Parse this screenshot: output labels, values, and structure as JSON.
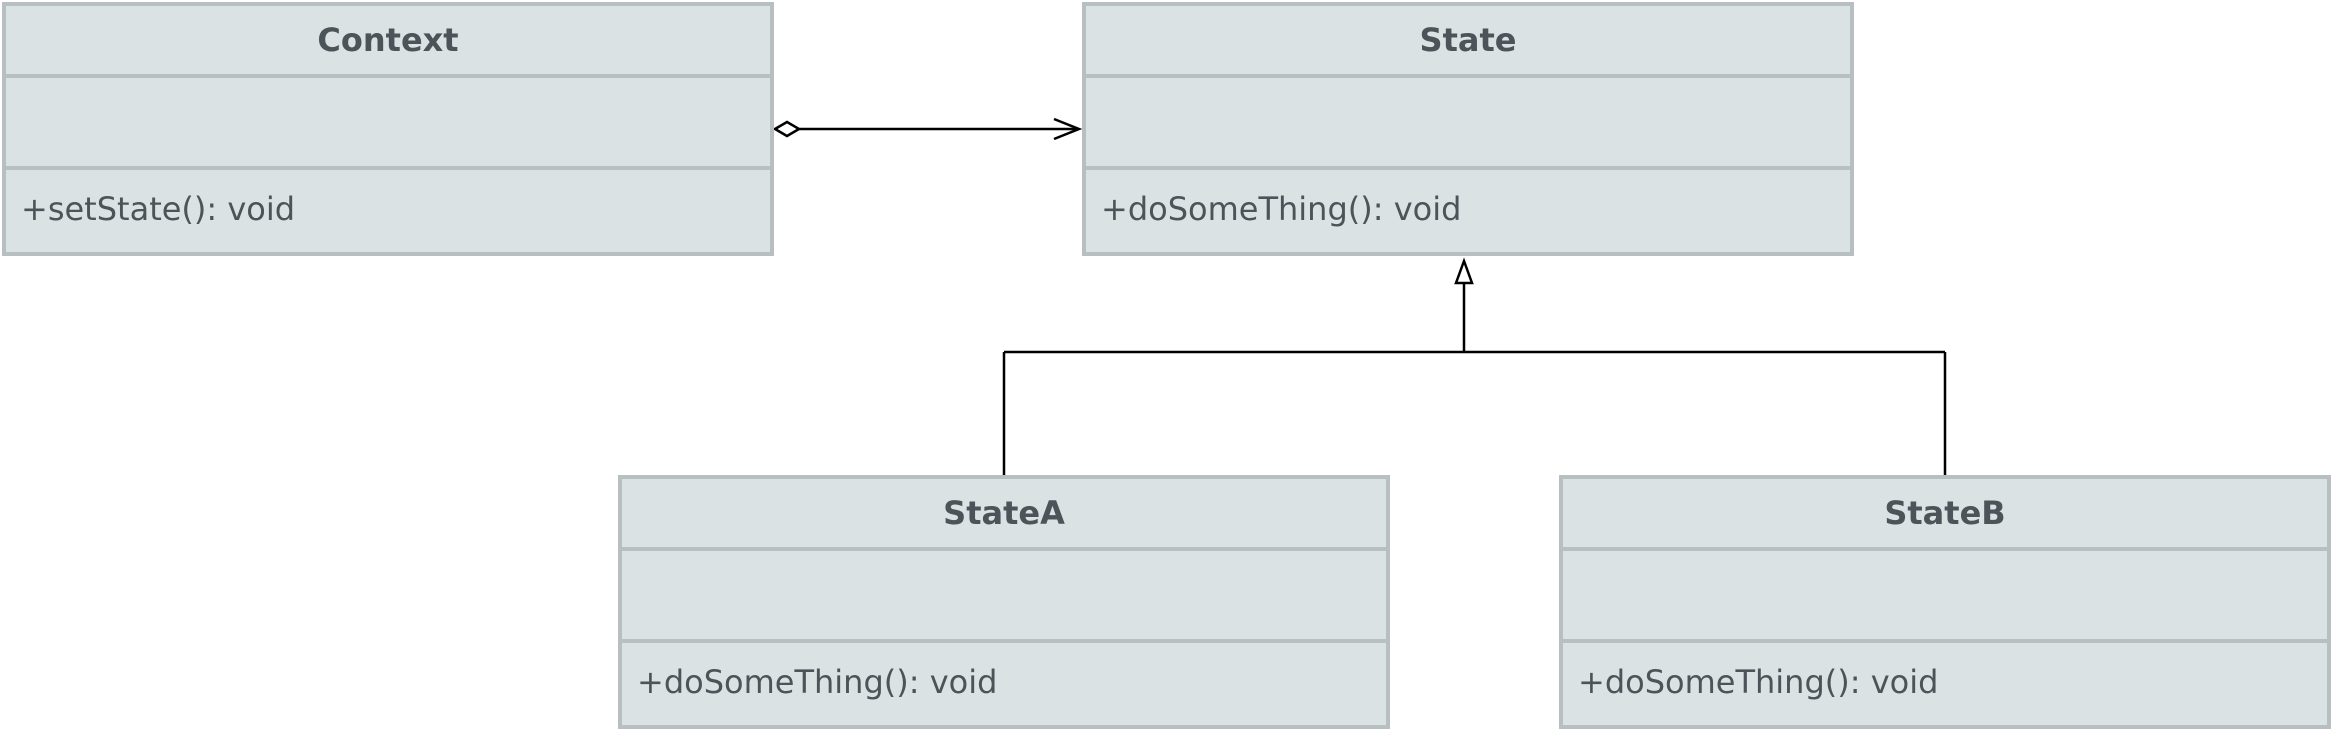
{
  "classes": {
    "context": {
      "name": "Context",
      "operation": "+setState(): void"
    },
    "state": {
      "name": "State",
      "operation": "+doSomeThing(): void"
    },
    "statea": {
      "name": "StateA",
      "operation": "+doSomeThing(): void"
    },
    "stateb": {
      "name": "StateB",
      "operation": "+doSomeThing(): void"
    }
  },
  "relationships": [
    {
      "type": "aggregation",
      "from": "Context",
      "to": "State"
    },
    {
      "type": "generalization",
      "from": "StateA",
      "to": "State"
    },
    {
      "type": "generalization",
      "from": "StateB",
      "to": "State"
    }
  ],
  "colors": {
    "box_fill": "#dae2e4",
    "box_border": "#b8bfc1",
    "text": "#4b5559",
    "line": "#000000"
  }
}
